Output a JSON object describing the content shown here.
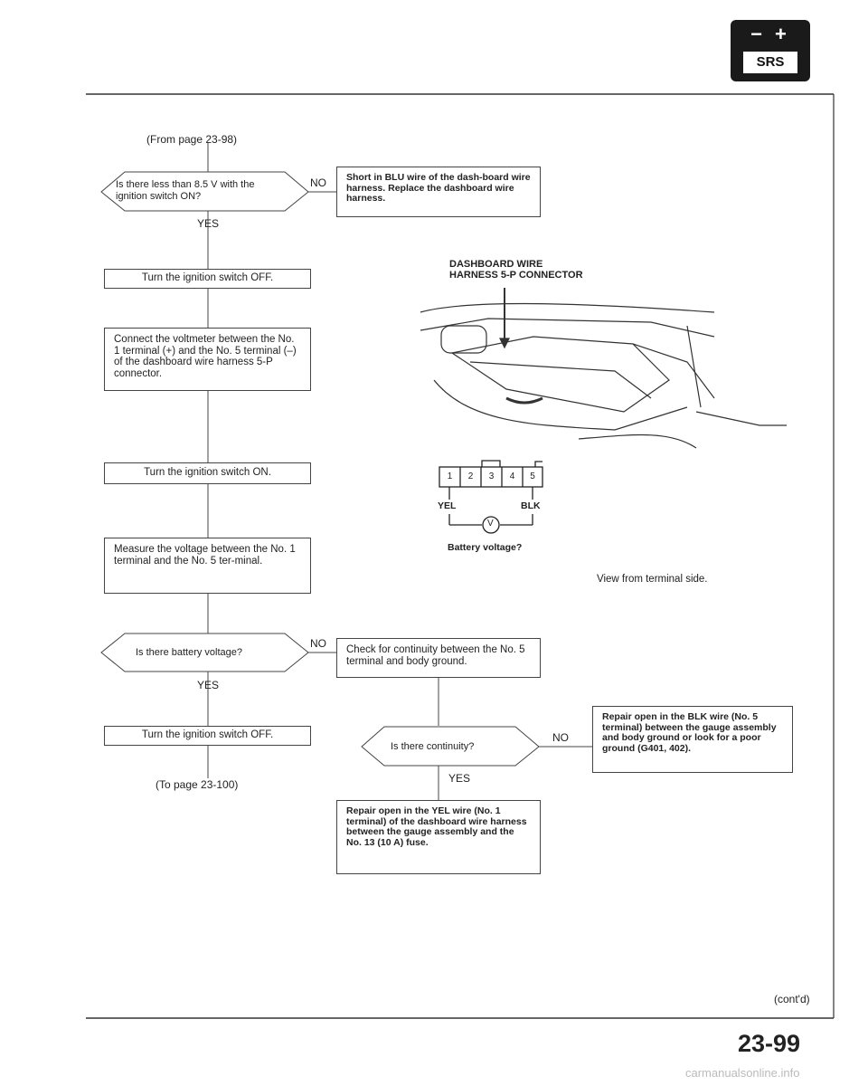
{
  "header": {
    "badge_symbols": "−  +",
    "badge_label": "SRS"
  },
  "flow": {
    "from_page": "(From page 23-98)",
    "to_page": "(To page 23-100)",
    "q1": "Is there less than 8.5 V with the ignition switch ON?",
    "q1_no": "NO",
    "q1_yes": "YES",
    "r1": "Short in BLU wire of the dash-board wire harness. Replace the dashboard wire harness.",
    "s1": "Turn the ignition switch OFF.",
    "s2": "Connect the voltmeter between the No. 1 terminal (+) and the No. 5 terminal (–) of the dashboard wire harness 5-P connector.",
    "s3": "Turn the ignition switch ON.",
    "s4": "Measure the voltage between the No. 1 terminal and the No. 5 ter-minal.",
    "q2": "Is there battery voltage?",
    "q2_no": "NO",
    "q2_yes": "YES",
    "s5": "Turn the ignition switch OFF.",
    "r2": "Check for continuity between the No. 5 terminal and body ground.",
    "q3": "Is there continuity?",
    "q3_no": "NO",
    "q3_yes": "YES",
    "r3": "Repair open in the BLK wire (No. 5 terminal) between the gauge assembly and body ground or look for a poor ground (G401, 402).",
    "r4": "Repair open in the YEL wire (No. 1 terminal) of the dashboard wire harness between the gauge assembly and the No. 13 (10 A) fuse."
  },
  "illustration": {
    "connector_title_1": "DASHBOARD WIRE",
    "connector_title_2": "HARNESS 5-P CONNECTOR",
    "terminals": [
      "1",
      "2",
      "3",
      "4",
      "5"
    ],
    "wire_left": "YEL",
    "wire_right": "BLK",
    "meter_symbol": "V",
    "question": "Battery voltage?",
    "view_note": "View from terminal side."
  },
  "footer": {
    "contd": "(cont'd)",
    "page_number": "23-99",
    "watermark": "carmanualsonline.info"
  }
}
